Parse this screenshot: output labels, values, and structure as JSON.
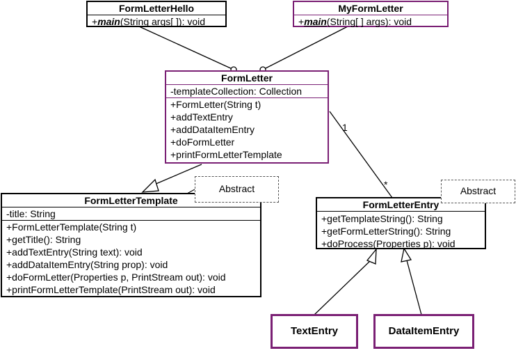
{
  "classes": {
    "form_letter_hello": {
      "name": "FormLetterHello",
      "method_prefix": "+",
      "method_keyword": "main",
      "method_rest": "(String args[ ]): void"
    },
    "my_form_letter": {
      "name": "MyFormLetter",
      "method_prefix": "+",
      "method_keyword": "main",
      "method_rest": "(String[ ] args): void"
    },
    "form_letter": {
      "name": "FormLetter",
      "attributes": [
        "-templateCollection: Collection"
      ],
      "methods": [
        "+FormLetter(String t)",
        "+addTextEntry",
        "+addDataItemEntry",
        "+doFormLetter",
        "+printFormLetterTemplate"
      ]
    },
    "form_letter_template": {
      "name": "FormLetterTemplate",
      "attributes": [
        "-title: String"
      ],
      "methods": [
        "+FormLetterTemplate(String t)",
        "+getTitle(): String",
        "+addTextEntry(String text): void",
        "+addDataItemEntry(String prop): void",
        "+doFormLetter(Properties p, PrintStream out): void",
        "+printFormLetterTemplate(PrintStream out): void"
      ]
    },
    "form_letter_entry": {
      "name": "FormLetterEntry",
      "methods": [
        "+getTemplateString(): String",
        "+getFormLetterString(): String",
        "+doProcess(Properties p): void"
      ]
    },
    "text_entry": {
      "name": "TextEntry"
    },
    "data_item_entry": {
      "name": "DataItemEntry"
    }
  },
  "notes": {
    "template_abstract": "Abstract",
    "entry_abstract": "Abstract"
  },
  "multiplicities": {
    "formletter_end": "1",
    "entry_end": "*"
  },
  "colors": {
    "highlight_border": "#7a1f74",
    "line": "#000000"
  }
}
